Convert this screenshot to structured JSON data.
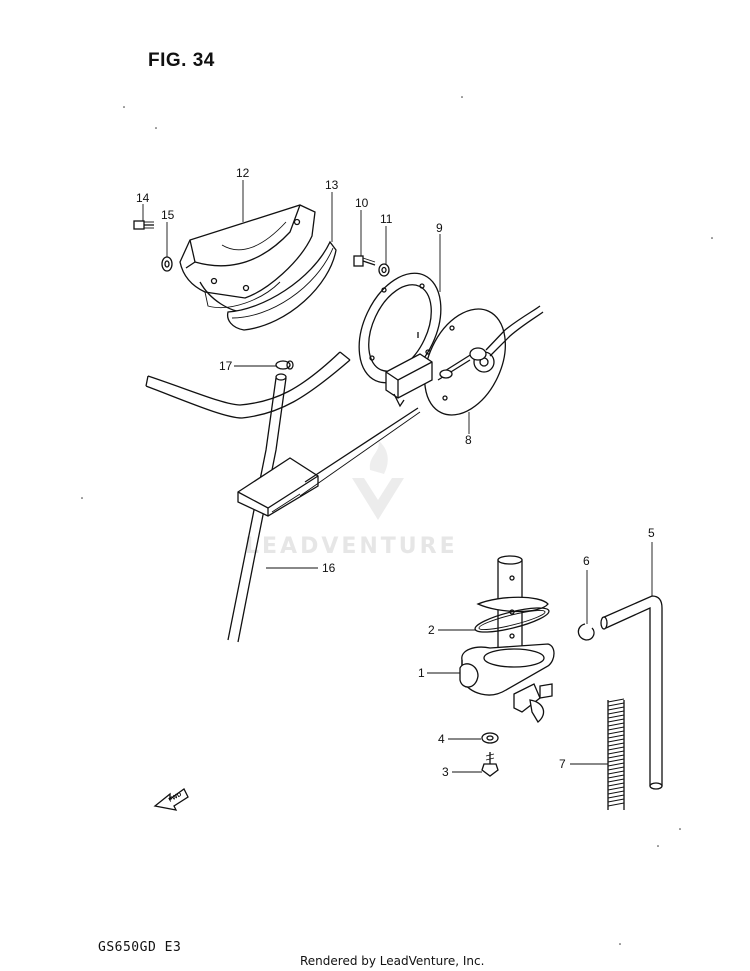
{
  "figure": {
    "title": "FIG. 34",
    "model_code": "GS650GD E3",
    "credit": "Rendered by LeadVenture, Inc.",
    "watermark": "LEADVENTURE",
    "fwd_label": "FWD"
  },
  "callouts": [
    {
      "id": "1",
      "part": "fuel-cock-body"
    },
    {
      "id": "2",
      "part": "o-ring"
    },
    {
      "id": "3",
      "part": "bolt"
    },
    {
      "id": "4",
      "part": "washer"
    },
    {
      "id": "5",
      "part": "fuel-hose"
    },
    {
      "id": "6",
      "part": "hose-clip"
    },
    {
      "id": "7",
      "part": "hose-protector-spring"
    },
    {
      "id": "8",
      "part": "fuel-level-gauge-plate"
    },
    {
      "id": "9",
      "part": "gasket"
    },
    {
      "id": "10",
      "part": "screw"
    },
    {
      "id": "11",
      "part": "washer"
    },
    {
      "id": "12",
      "part": "protector"
    },
    {
      "id": "13",
      "part": "cushion"
    },
    {
      "id": "14",
      "part": "screw"
    },
    {
      "id": "15",
      "part": "washer"
    },
    {
      "id": "16",
      "part": "fuel-meter-lead-wire"
    },
    {
      "id": "17",
      "part": "clamp"
    }
  ],
  "colors": {
    "ink": "#111111",
    "watermark": "#e6e6e6",
    "background": "#ffffff"
  }
}
